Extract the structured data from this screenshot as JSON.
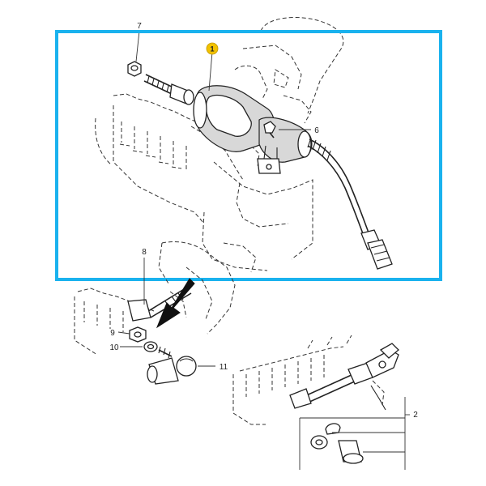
{
  "colors": {
    "highlight_frame": "#1ab2ee",
    "badge_fill": "#f2c200",
    "line": "#222222"
  },
  "callouts": {
    "c1": "1",
    "c2": "2",
    "c6": "6",
    "c7": "7",
    "c8": "8",
    "c9": "9",
    "c10": "10",
    "c11": "11"
  }
}
